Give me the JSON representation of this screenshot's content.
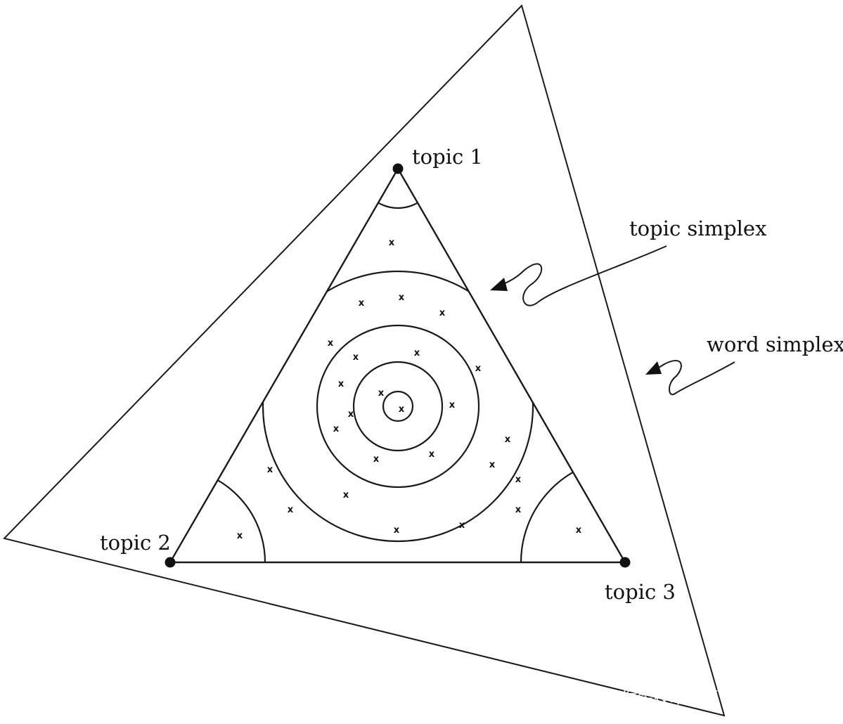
{
  "labels": {
    "topic1": "topic 1",
    "topic2": "topic 2",
    "topic3": "topic 3",
    "topic_simplex": "topic simplex",
    "word_simplex": "word simplex"
  },
  "marker": "x",
  "watermark": "掘金技术社区 @ 布客飞龙",
  "colors": {
    "line": "#1a1a1a",
    "background": "#ffffff"
  }
}
